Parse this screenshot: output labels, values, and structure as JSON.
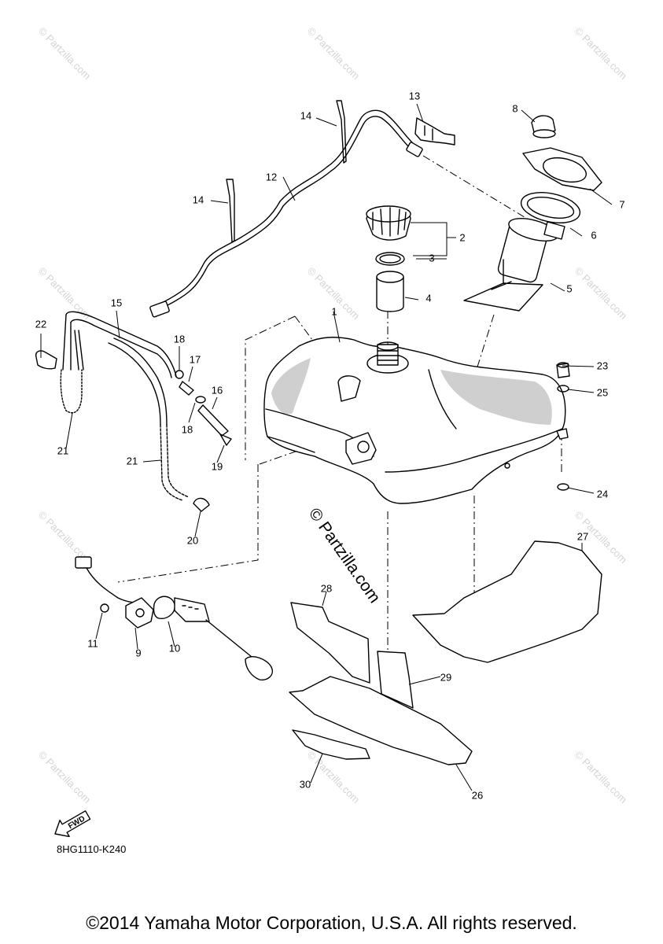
{
  "watermark": {
    "text": "© Partzilla.com",
    "center_text": "© Partzilla.com"
  },
  "callouts": [
    "1",
    "2",
    "3",
    "4",
    "5",
    "6",
    "7",
    "8",
    "9",
    "10",
    "11",
    "12",
    "13",
    "14",
    "14",
    "15",
    "16",
    "17",
    "18",
    "18",
    "19",
    "20",
    "21",
    "21",
    "22",
    "23",
    "24",
    "25",
    "26",
    "27",
    "28",
    "29",
    "30"
  ],
  "fwd_label": "FWD",
  "figure_code": "8HG1110-K240",
  "copyright": "©2014 Yamaha Motor Corporation, U.S.A. All rights reserved."
}
